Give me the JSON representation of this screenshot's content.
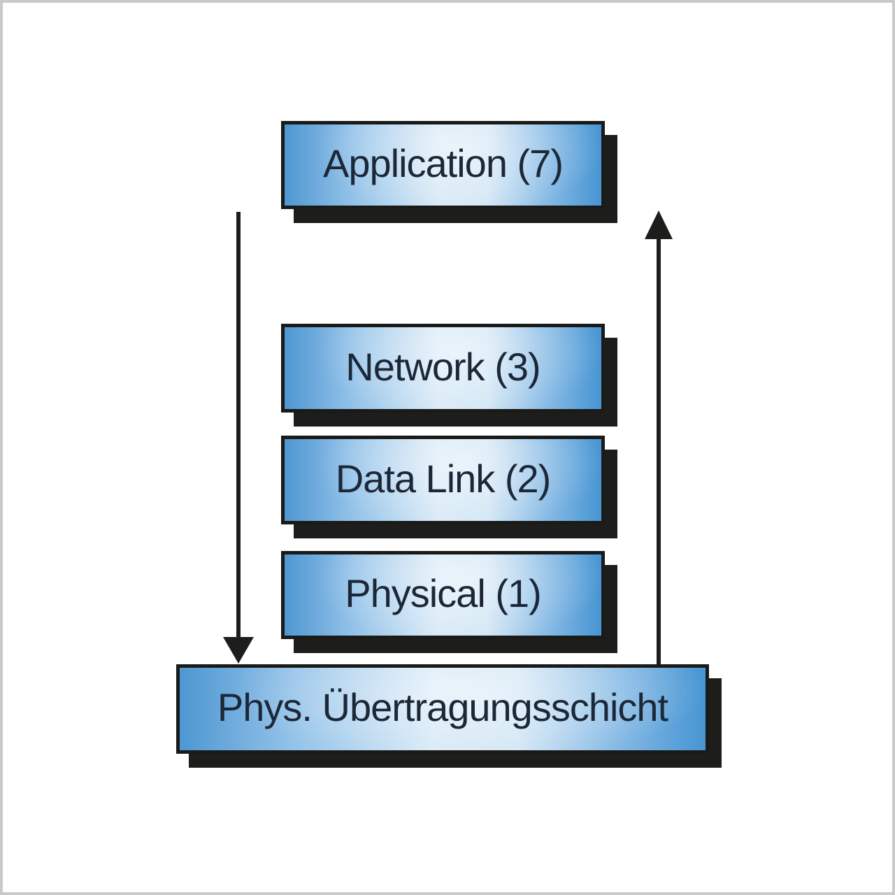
{
  "diagram": {
    "layers": [
      {
        "label": "Application (7)"
      },
      {
        "label": "Network (3)"
      },
      {
        "label": "Data Link (2)"
      },
      {
        "label": "Physical (1)"
      }
    ],
    "transmission_medium": {
      "label": "Phys. Übertragungsschicht"
    },
    "arrows": {
      "left_direction": "down",
      "right_direction": "up"
    },
    "colors": {
      "box_edge_blue": "#4e97d2",
      "box_center_blue": "#d7e9f6",
      "box_border": "#1a1a18",
      "shadow": "#1d1d1b",
      "arrow": "#1d1d1b",
      "text": "#1c2838",
      "frame_border": "#cacaca",
      "background": "#ffffff"
    }
  }
}
